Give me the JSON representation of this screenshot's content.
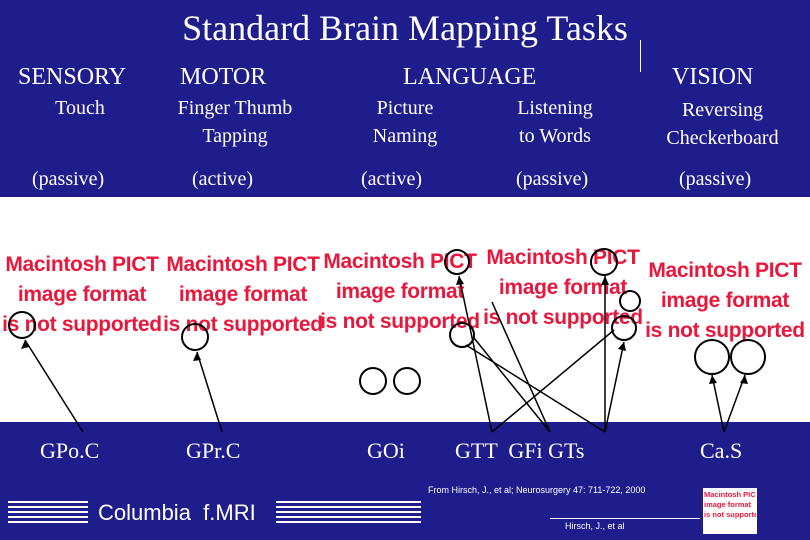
{
  "title": "Standard Brain Mapping Tasks",
  "categories": {
    "sensory": "SENSORY",
    "motor": "MOTOR",
    "language": "LANGUAGE",
    "vision": "VISION"
  },
  "tasks": {
    "touch": "Touch",
    "finger_thumb_1": "Finger Thumb",
    "finger_thumb_2": "Tapping",
    "picture_1": "Picture",
    "picture_2": "Naming",
    "listening_1": "Listening",
    "listening_2": "to Words",
    "reversing_1": "Reversing",
    "reversing_2": "Checkerboard"
  },
  "modes": {
    "touch": "(passive)",
    "finger": "(active)",
    "picture": "(active)",
    "listening": "(passive)",
    "reversing": "(passive)"
  },
  "placeholder": {
    "line1": "Macintosh PICT",
    "line2": "image format",
    "line3": "is not supported"
  },
  "regions": {
    "gpoc": "GPo.C",
    "gprc": "GPr.C",
    "goi": "GOi",
    "gtt_gfi_gts": "GTT  GFi GTs",
    "cas": "Ca.S"
  },
  "footer": {
    "logo": "Columbia  f.MRI",
    "citation": "From Hirsch, J., et al; Neurosurgery 47: 711-722, 2000",
    "author": "Hirsch, J., et al"
  },
  "colors": {
    "background": "#1f1d8c",
    "placeholder_text": "#e8173c"
  }
}
